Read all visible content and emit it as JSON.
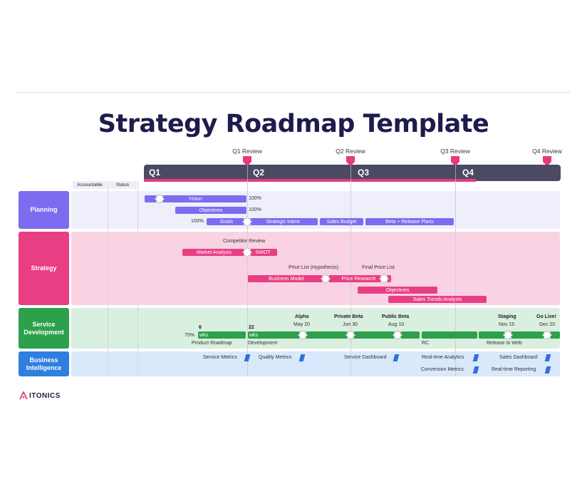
{
  "title": "Strategy Roadmap Template",
  "logo": "ITONICS",
  "colors": {
    "planning": "#7b6cf0",
    "strategy": "#e83f84",
    "service": "#2da04c",
    "bi": "#2f7fe0",
    "quarter_bar": "#4a4a63",
    "title": "#1e1c4c"
  },
  "quarters": [
    "Q1",
    "Q2",
    "Q3",
    "Q4"
  ],
  "reviews": [
    "Q1 Review",
    "Q2 Review",
    "Q3 Review",
    "Q4 Review"
  ],
  "columns": {
    "accountable": "Accountable",
    "status": "Status"
  },
  "lanes": {
    "planning": "Planning",
    "strategy": "Strategy",
    "service": "Service Development",
    "bi": "Business Intelligence"
  },
  "planning": {
    "vision": "Vision",
    "vision_pct": "100%",
    "objectives": "Objectives",
    "objectives_pct": "100%",
    "goals_pct": "100%",
    "goals": "Goals",
    "strategic_intent": "Strategic Intent",
    "sales_budget": "Sales Budget",
    "beta_release": "Beta + Release Plans"
  },
  "strategy": {
    "competitor_review": "Competitor Review",
    "market_analysis": "Market Analysis",
    "swot": "SWOT",
    "price_list": "Price List (Hypothesis)",
    "final_price_list": "Final Price List",
    "business_model": "Business Model",
    "price_research": "Price Research",
    "objectives": "Objectives",
    "sales_trends": "Sales Trends Analysis"
  },
  "service": {
    "pct": "75%",
    "wks1_num": "6",
    "wks1": "wks",
    "wks2_num": "22",
    "wks2": "wks",
    "product_roadmap": "Product Roadmap",
    "development": "Development",
    "rc": "RC",
    "release_to_web": "Release to Web",
    "milestones": [
      {
        "name": "Alpha",
        "date": "May 20"
      },
      {
        "name": "Private Beta",
        "date": "Jun 30"
      },
      {
        "name": "Public Beta",
        "date": "Aug 10"
      },
      {
        "name": "Staging",
        "date": "Nov 15"
      },
      {
        "name": "Go Live!",
        "date": "Dec 20"
      }
    ]
  },
  "bi": {
    "service_metrics": "Service Metrics",
    "quality_metrics": "Quality Metrics",
    "service_dashboard": "Service Dashboard",
    "realtime_analytics": "Real-time Analytics",
    "sales_dashboard": "Sales Dashboard",
    "conversion_metrics": "Conversion Metrics",
    "realtime_reporting": "Real-time Reporting"
  }
}
